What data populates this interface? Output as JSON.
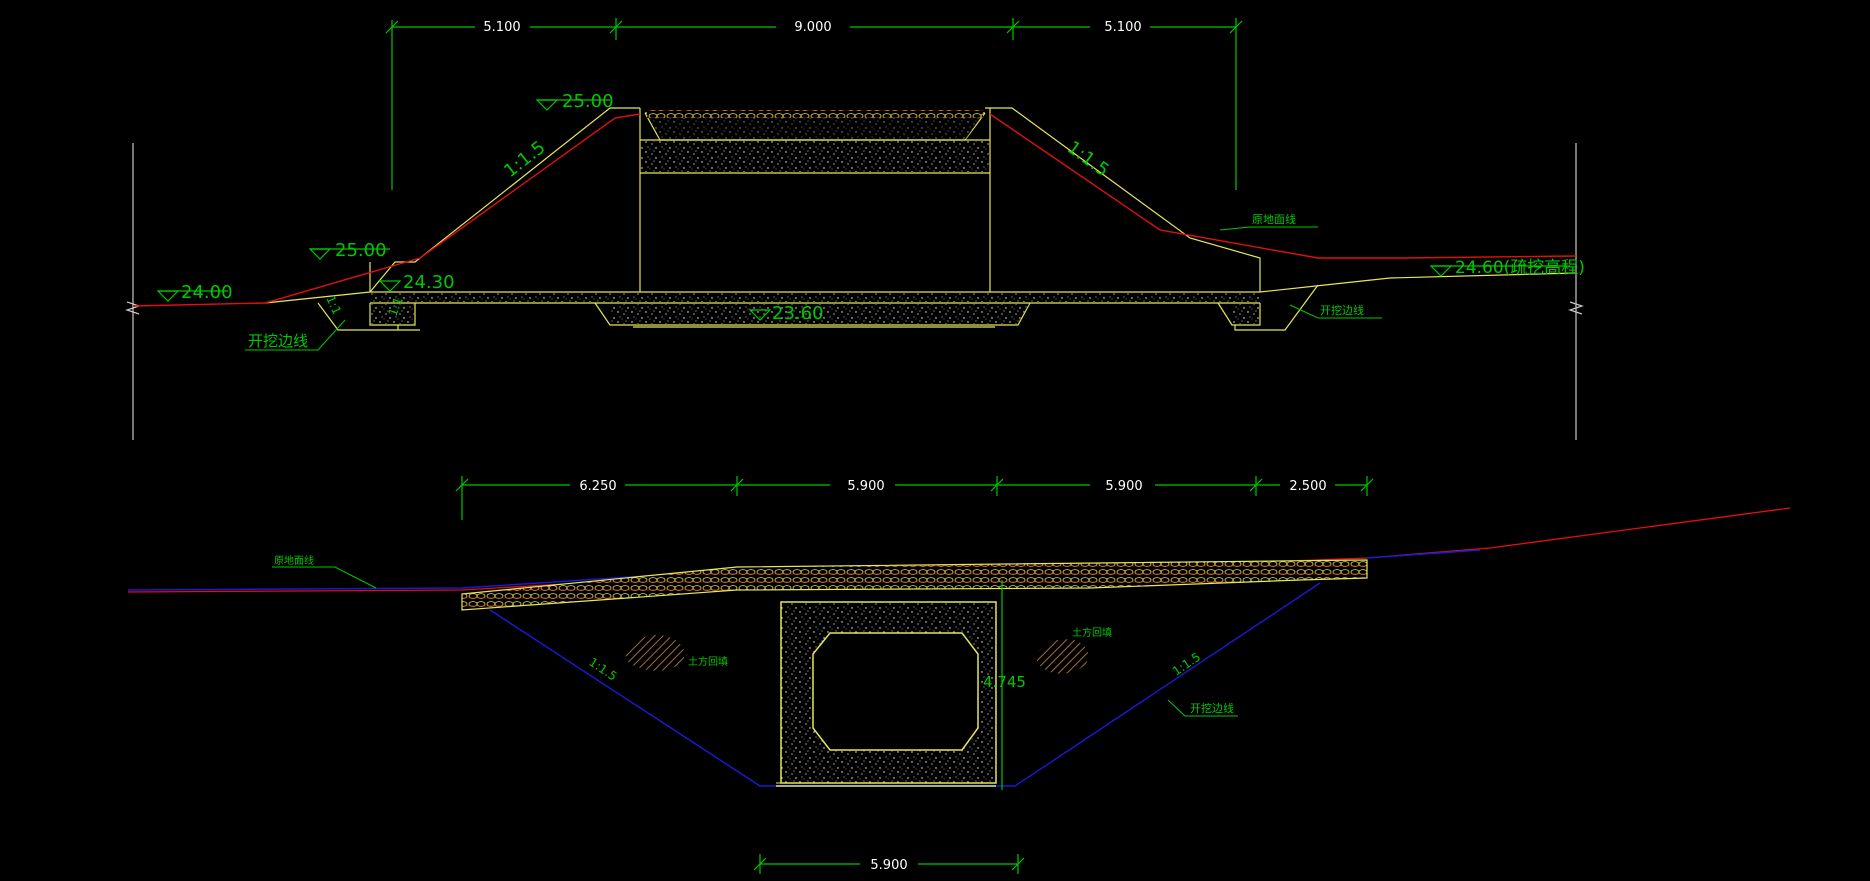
{
  "colors": {
    "background": "#000000",
    "structure": "#e6e65a",
    "dimension": "#00c800",
    "ground": "#e01010",
    "excavation": "#1a1ad8",
    "concrete_speckle": "#ffffff",
    "soil_hatch": "#a0703a",
    "white": "#c8c8c8"
  },
  "elevation_view": {
    "dimensions": [
      "5.100",
      "9.000",
      "5.100"
    ],
    "levels": {
      "top_left": "25.00",
      "mid_left": "25.00",
      "low_left": "24.00",
      "step": "24.30",
      "bottom": "23.60",
      "right": "24.60(疏挖高程)"
    },
    "slopes": {
      "left": "1:1.5",
      "right": "1:1.5",
      "small_1": "1:1",
      "small_2": "1:1"
    },
    "labels": {
      "excavation_left": "开挖边线",
      "excavation_right": "开挖边线",
      "ground_line": "原地面线"
    }
  },
  "section_view": {
    "dimensions_top": [
      "6.250",
      "5.900",
      "5.900",
      "2.500"
    ],
    "dimension_bottom": "5.900",
    "height": "4.745",
    "labels": {
      "ground_line": "原地面线",
      "backfill_left": "土方回填",
      "backfill_right": "土方回填",
      "excavation": "开挖边线",
      "slope_left": "1:1.5",
      "slope_right": "1:1.5"
    }
  }
}
